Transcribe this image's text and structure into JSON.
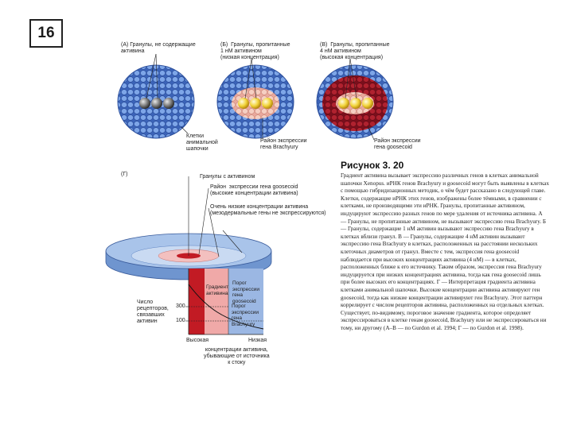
{
  "slide_number": "16",
  "figure": {
    "panel_a_label": "(A) Гранулы, не содержащие\nактивина",
    "panel_b_label": "(Б)  Гранулы, пропитанные\n1 нМ активином\n(низкая концентрация)",
    "panel_c_label": "(В)  Гранулы, пропитанные\n4 нМ активином\n(высокая концентрация)",
    "animal_cap_cells": "Клетки\nанимальной\nшапочки",
    "brachyury_zone": "Район экспрессии\nгена Brachyury",
    "goosecoid_zone": "Район экспрессии\nгена goosecoid",
    "panel_d_label": "(Г)",
    "beads_with_activin": "Гранулы с активином",
    "goosecoid_high": "Район  экспрессии гена goosecoid\n(высокие концентрации активина)",
    "very_low": "Очень низкие концентрации активина\n(мезодермальные гены не экспрессируются)",
    "receptor_label": "Число\nрецепторов,\nсвязавших\nактивин",
    "y_tick_300": "300",
    "y_tick_100": "100",
    "gradient_label": "Градиент\nактивина",
    "threshold_goosecoid": "Порог\nэкспрессии\nгена\ngoosecoid",
    "threshold_brachyury": "Порог\nэкспрессии\nгена\nBrachyury",
    "x_high": "Высокая",
    "x_low": "Низкая",
    "x_axis_label": "концентрации активина,\nубывающие от источника\nк стоку"
  },
  "caption": {
    "title": "Рисунок 3. 20",
    "text": "Градиент активина вызывает экспрессию различных генов в клетках анимальной шапочки Xenopus. иРНК генов Brachyury и goosecoid могут быть выявлены в клетках с помощью гибридизационных методик, о чём будет рассказано в следующей главе. Клетки, содержащие иРНК этих генов, изображены более тёмными, в сравнении с клетками, не производящими эти иРНК. Гранулы, пропитанные активином, индуцируют экспрессию разных генов по мере удаления от источника активина. А — Гранулы, не пропитанные активином, не вызывают экспрессию гена Brachyury. Б — Гранулы, содержащие 1 нМ активин вызывают экспрессию гена Brachyury в клетках вблизи гранул. В — Гранулы, содержащие 4 нМ активин вызывают экспрессию гена Brachyury в клетках, расположенных на расстоянии нескольких клеточных диаметров от гранул. Вместе с тем, экспрессия гена goosecoid наблюдается при высоких концентрациях активина (4 нМ) — в клетках, расположенных ближе к его источнику. Таким образом, экспрессия гена Brachyury индуцируется при низких концентрациях активина, тогда как гена goosecoid лишь при более высоких его концентрациях. Г — Интерпретация градиента активина клетками анимальной шапочки. Высокие концентрации активина активируют ген goosecoid, тогда как низкие концентрации активируют ген Brachyury. Этот паттерн коррелирует с числом рецепторов активина, расположенных на отдельных клетках. Существует, по-видимому, пороговое значение градиента, которое определяет экспрессироваться в клетке генам goosecoid, Brachyury или не экспрессироваться ни тому, ни другому (А–В — по Gurdon et al. 1994; Г — по Gurdon et al. 1998)."
  }
}
